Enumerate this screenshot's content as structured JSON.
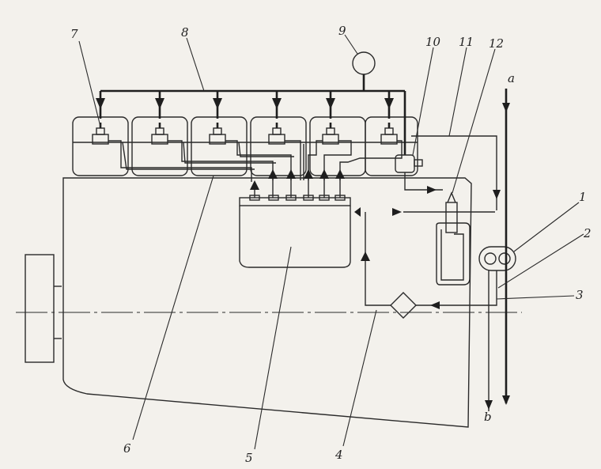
{
  "labels": {
    "l1": "1",
    "l2": "2",
    "l3": "3",
    "l4": "4",
    "l5": "5",
    "l6": "6",
    "l7": "7",
    "l8": "8",
    "l9": "9",
    "l10": "10",
    "l11": "11",
    "l12": "12",
    "la": "a",
    "lb": "b"
  },
  "colors": {
    "ink": "#1e1e1e",
    "paper": "#f3f1ec"
  },
  "cylinder_count": 6
}
